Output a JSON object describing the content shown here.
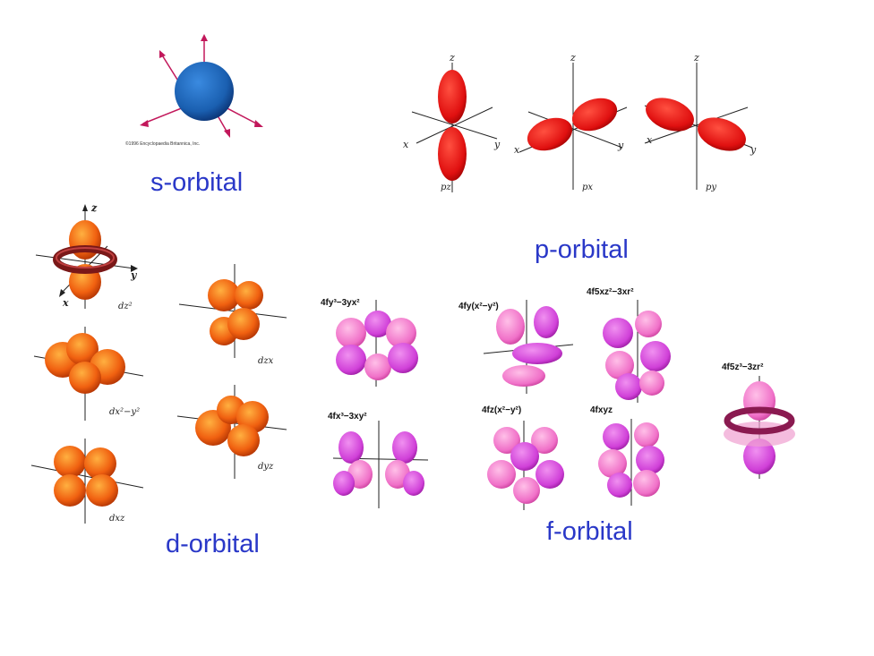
{
  "colors": {
    "title_blue": "#2a38c8",
    "s_blue": "#1a5fb0",
    "s_axis": "#c2185b",
    "p_red": "#e01010",
    "d_orange": "#f06010",
    "f_magenta": "#d040d8",
    "f_pink": "#f070c8"
  },
  "titles": {
    "s": "s-orbital",
    "p": "p-orbital",
    "d": "d-orbital",
    "f": "f-orbital"
  },
  "s_panel": {
    "copyright": "©1996 Encyclopaedia Britannica, Inc."
  },
  "p_panel": {
    "labels": [
      "pz",
      "px",
      "py"
    ],
    "axes": {
      "x": "x",
      "y": "y",
      "z": "z"
    }
  },
  "d_panel": {
    "axis_z": "z",
    "axis_y": "y",
    "axis_x": "x",
    "labels": [
      "dz²",
      "dx²−y²",
      "dxz",
      "dzx",
      "dyz"
    ]
  },
  "f_panel": {
    "labels": [
      "4fy³−3yx²",
      "4fy(x²−y²)",
      "4f5xz²−3xr²",
      "4fx³−3xy²",
      "4fz(x²−y²)",
      "4fxyz",
      "4f5z³−3zr²"
    ]
  }
}
